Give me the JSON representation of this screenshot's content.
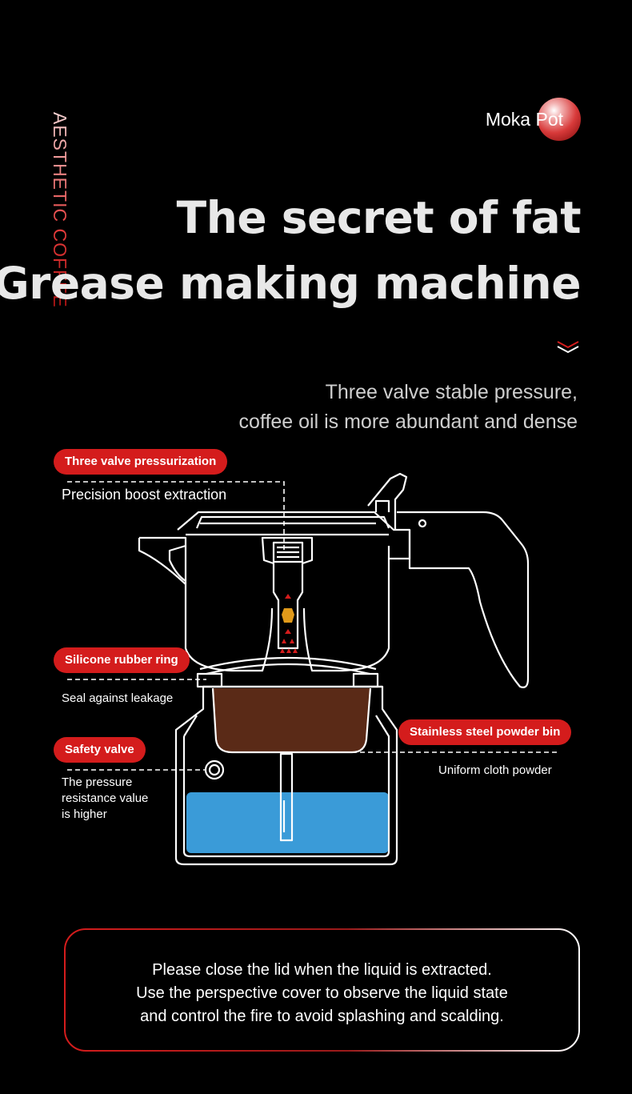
{
  "side_label": "AESTHETIC COFFEE",
  "brand": {
    "label": "Moka Pot"
  },
  "headline": {
    "line1": "The secret of fat",
    "line2": "Grease making machine"
  },
  "subtitle": {
    "line1": "Three valve stable pressure,",
    "line2": "coffee oil is more abundant and dense"
  },
  "callouts": {
    "three_valve": {
      "title": "Three valve pressurization",
      "desc": "Precision boost extraction"
    },
    "rubber_ring": {
      "title": "Silicone rubber ring",
      "desc": "Seal against leakage"
    },
    "safety_valve": {
      "title": "Safety valve",
      "desc_lines": [
        "The pressure",
        "resistance value",
        "is higher"
      ]
    },
    "powder_bin": {
      "title": "Stainless steel powder bin",
      "desc": "Uniform cloth powder"
    }
  },
  "notice": {
    "lines": [
      "Please close the lid when the liquid is extracted.",
      "Use the perspective cover to observe the liquid state",
      "and control the fire to avoid splashing and scalding."
    ]
  },
  "colors": {
    "accent": "#d41c1c",
    "water": "#3a9bd8",
    "coffee": "#5a2a17",
    "valve": "#e09a1a",
    "background": "#000000"
  },
  "icons": [
    "chevron-down-icon",
    "moka-pot-diagram",
    "brand-dot-icon"
  ]
}
